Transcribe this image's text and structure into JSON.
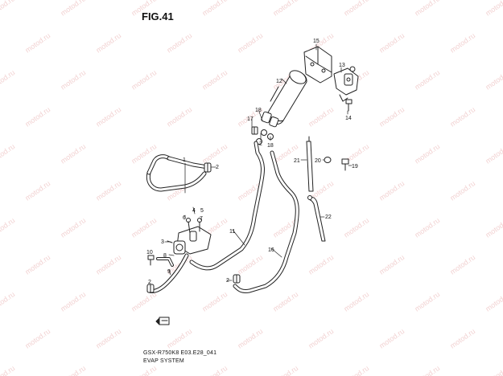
{
  "figure": {
    "title": "FIG.41",
    "code": "GSX-R750K8 E03.E28_041",
    "name": "EVAP SYSTEM"
  },
  "watermark": {
    "text": "motod.ru"
  },
  "callouts": [
    {
      "id": "c1",
      "text": "1"
    },
    {
      "id": "c2a",
      "text": "2"
    },
    {
      "id": "c2b",
      "text": "2"
    },
    {
      "id": "c2c",
      "text": "2"
    },
    {
      "id": "c2d",
      "text": "2"
    },
    {
      "id": "c3",
      "text": "3"
    },
    {
      "id": "c4",
      "text": "4"
    },
    {
      "id": "c5",
      "text": "5"
    },
    {
      "id": "c6",
      "text": "6"
    },
    {
      "id": "c7",
      "text": "7"
    },
    {
      "id": "c8",
      "text": "8"
    },
    {
      "id": "c9",
      "text": "9"
    },
    {
      "id": "c10",
      "text": "10"
    },
    {
      "id": "c11",
      "text": "11"
    },
    {
      "id": "c12",
      "text": "12"
    },
    {
      "id": "c13",
      "text": "13"
    },
    {
      "id": "c14",
      "text": "14"
    },
    {
      "id": "c15",
      "text": "15"
    },
    {
      "id": "c16",
      "text": "16"
    },
    {
      "id": "c17",
      "text": "17"
    },
    {
      "id": "c18a",
      "text": "18"
    },
    {
      "id": "c18b",
      "text": "18"
    },
    {
      "id": "c19",
      "text": "19"
    },
    {
      "id": "c20",
      "text": "20"
    },
    {
      "id": "c21",
      "text": "21"
    },
    {
      "id": "c22",
      "text": "22"
    }
  ]
}
